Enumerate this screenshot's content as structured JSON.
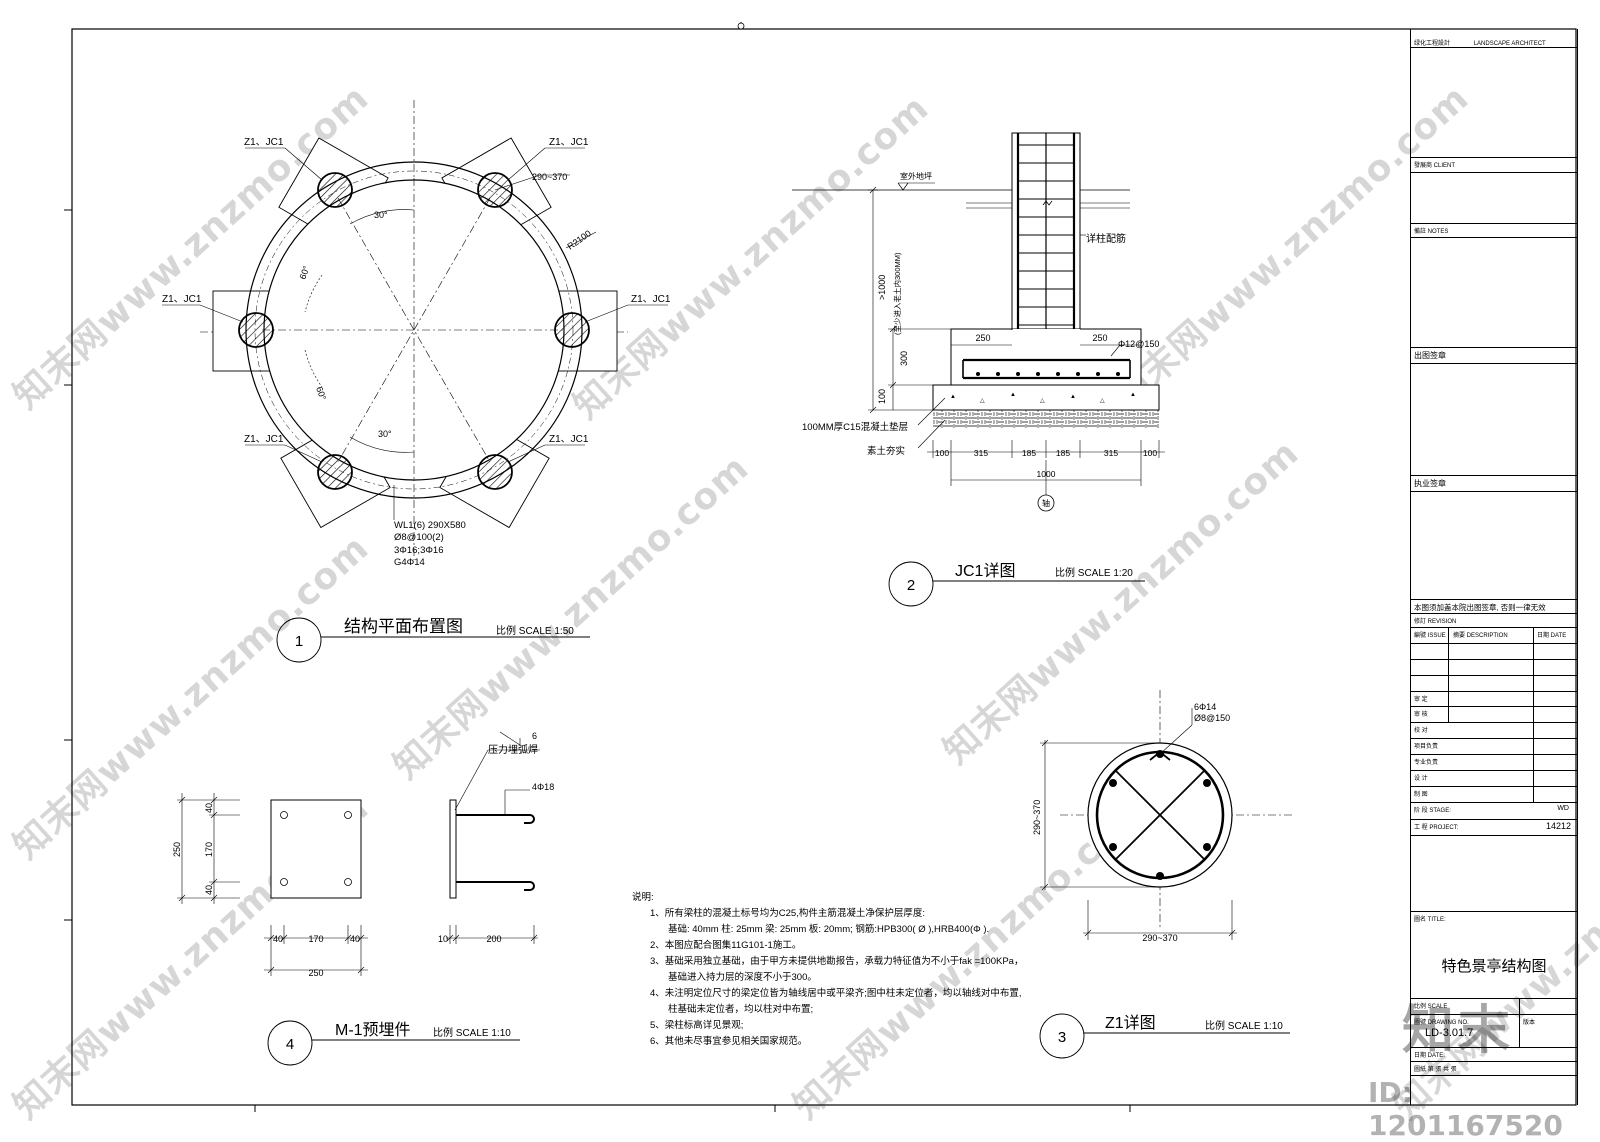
{
  "plan": {
    "column_labels": [
      "Z1、JC1",
      "Z1、JC1",
      "Z1、JC1",
      "Z1、JC1",
      "Z1、JC1",
      "Z1、JC1"
    ],
    "dim_width": "290~370",
    "radius": "R2100",
    "angle_30": "30°",
    "angle_60": "60°",
    "beam_lines": [
      "WL1(6)  290X580",
      "Ø8@100(2)",
      "3Φ16;3Φ16",
      "G4Φ14"
    ],
    "title": "结构平面布置图",
    "scale": "比例  SCALE 1:50",
    "number": "1"
  },
  "jc1": {
    "ground_label": "室外地坪",
    "depth_label": ">1000",
    "depth_note": "(至少进入老土内300MM)",
    "rebar_note": "详柱配筋",
    "dim_250_left": "250",
    "dim_250_right": "250",
    "rebar_spec": "Φ12@150",
    "dim_300": "300",
    "dim_100": "100",
    "cushion_label": "100MM厚C15混凝土垫层",
    "soil_label": "素土夯实",
    "bottom_dims": [
      "100",
      "315",
      "185",
      "185",
      "315",
      "100"
    ],
    "total_dim": "1000",
    "axis_label": "轴",
    "title": "JC1详图",
    "scale": "比例  SCALE 1:20",
    "number": "2"
  },
  "z1": {
    "rebar_main": "6Φ14",
    "rebar_stirrup": "Ø8@150",
    "dim_vertical": "290~370",
    "dim_horizontal": "290~370",
    "title": "Z1详图",
    "scale": "比例  SCALE 1:10",
    "number": "3"
  },
  "m1": {
    "weld_label": "压力埋弧焊",
    "weld_num": "6",
    "bar_label": "4Φ18",
    "dim_250_v": "250",
    "dim_40_top": "40",
    "dim_170_v": "170",
    "dim_40_bot": "40",
    "dim_h": [
      "40",
      "170",
      "40"
    ],
    "dim_250_h": "250",
    "dim_10": "10",
    "dim_200": "200",
    "title": "M-1预埋件",
    "scale": "比例  SCALE 1:10",
    "number": "4"
  },
  "notes": {
    "heading": "说明:",
    "lines": [
      "1、所有梁柱的混凝土标号均为C25,构件主筋混凝土净保护层厚度:",
      "基础: 40mm  柱: 25mm   梁: 25mm  板: 20mm;  钢筋:HPB300( Ø ),HRB400(Φ  ).",
      "2、本图应配合图集11G101-1施工。",
      "3、基础采用独立基础，由于甲方未提供地勘报告，承载力特征值为不小于fak =100KPa，",
      "基础进入持力层的深度不小于300。",
      "4、未注明定位尺寸的梁定位皆为轴线居中或平梁齐;图中柱未定位者，均以轴线对中布置,",
      "柱基础未定位者，均以柱对中布置;",
      "5、梁柱标高详见景观;",
      "6、其他未尽事宜参见相关国家规范。"
    ]
  },
  "titleblock": {
    "designer_cn": "绿化工程設計",
    "designer_en": "LANDSCAPE ARCHITECT",
    "client": "發展商  CLIENT",
    "notes": "備註       NOTES",
    "issue_stamp": "出图签章",
    "license_stamp": "执业签章",
    "validity": "本图须加盖本院出图签章, 否则一律无效",
    "revision": "修訂      REVISION",
    "col_issue": "編號 ISSUE",
    "col_desc": "摘要  DESCRIPTION",
    "col_date": "日期 DATE",
    "approvals": [
      "审    定",
      "审    核",
      "校    对",
      "项目负责",
      "专业负责",
      "设    计",
      "制    图"
    ],
    "stage_label": "阶  段  STAGE:",
    "stage_value": "WD",
    "project_label": "工    程  PROJECT:",
    "project_value": "14212",
    "title_label": "圖名  TITLE:",
    "drawing_title": "特色景亭结构图",
    "scale_label": "比例  SCALE",
    "drawing_no_label": "圖號 DRAWING NO.",
    "drawing_no": "LD-3.01.7",
    "version_label": "版本",
    "date_label": "日期  DATE:",
    "sheet_label": "圖紙 第   張 共   張"
  },
  "watermark": {
    "text": "知末网www.znzmo.com",
    "logo": "知末",
    "id": "ID: 1201167520"
  }
}
